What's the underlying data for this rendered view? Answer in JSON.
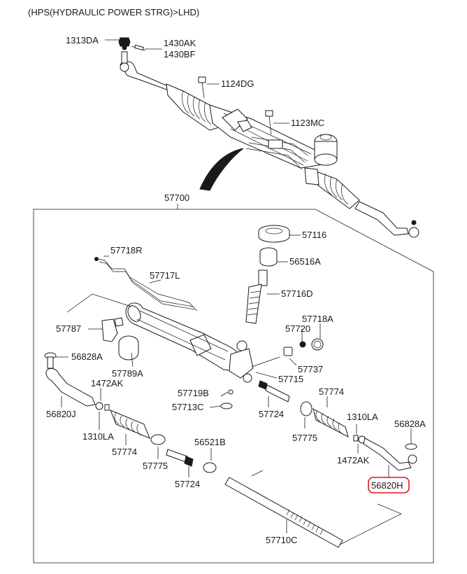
{
  "title": "(HPS(HYDRAULIC POWER STRG)>LHD)",
  "assembly_label": "57700",
  "highlight_color": "#e0141e",
  "parts": {
    "p1313DA": "1313DA",
    "p1430AK": "1430AK",
    "p1430BF": "1430BF",
    "p1124DG": "1124DG",
    "p1123MC": "1123MC",
    "p57116": "57116",
    "p56516A": "56516A",
    "p57718R": "57718R",
    "p57717L": "57717L",
    "p57716D": "57716D",
    "p57787": "57787",
    "p57720": "57720",
    "p57718A": "57718A",
    "p57737": "57737",
    "p56828A_left": "56828A",
    "p57789A": "57789A",
    "p57715": "57715",
    "p1472AK_left": "1472AK",
    "p57719B": "57719B",
    "p57774_right": "57774",
    "p56820J": "56820J",
    "p57713C": "57713C",
    "p57724_right": "57724",
    "p1310LA_right": "1310LA",
    "p56828A_right": "56828A",
    "p1310LA_left": "1310LA",
    "p57775_right": "57775",
    "p1472AK_right": "1472AK",
    "p57774_left": "57774",
    "p57775_left": "57775",
    "p56521B": "56521B",
    "p56820H": "56820H",
    "p57724_left": "57724",
    "p57710C": "57710C"
  }
}
